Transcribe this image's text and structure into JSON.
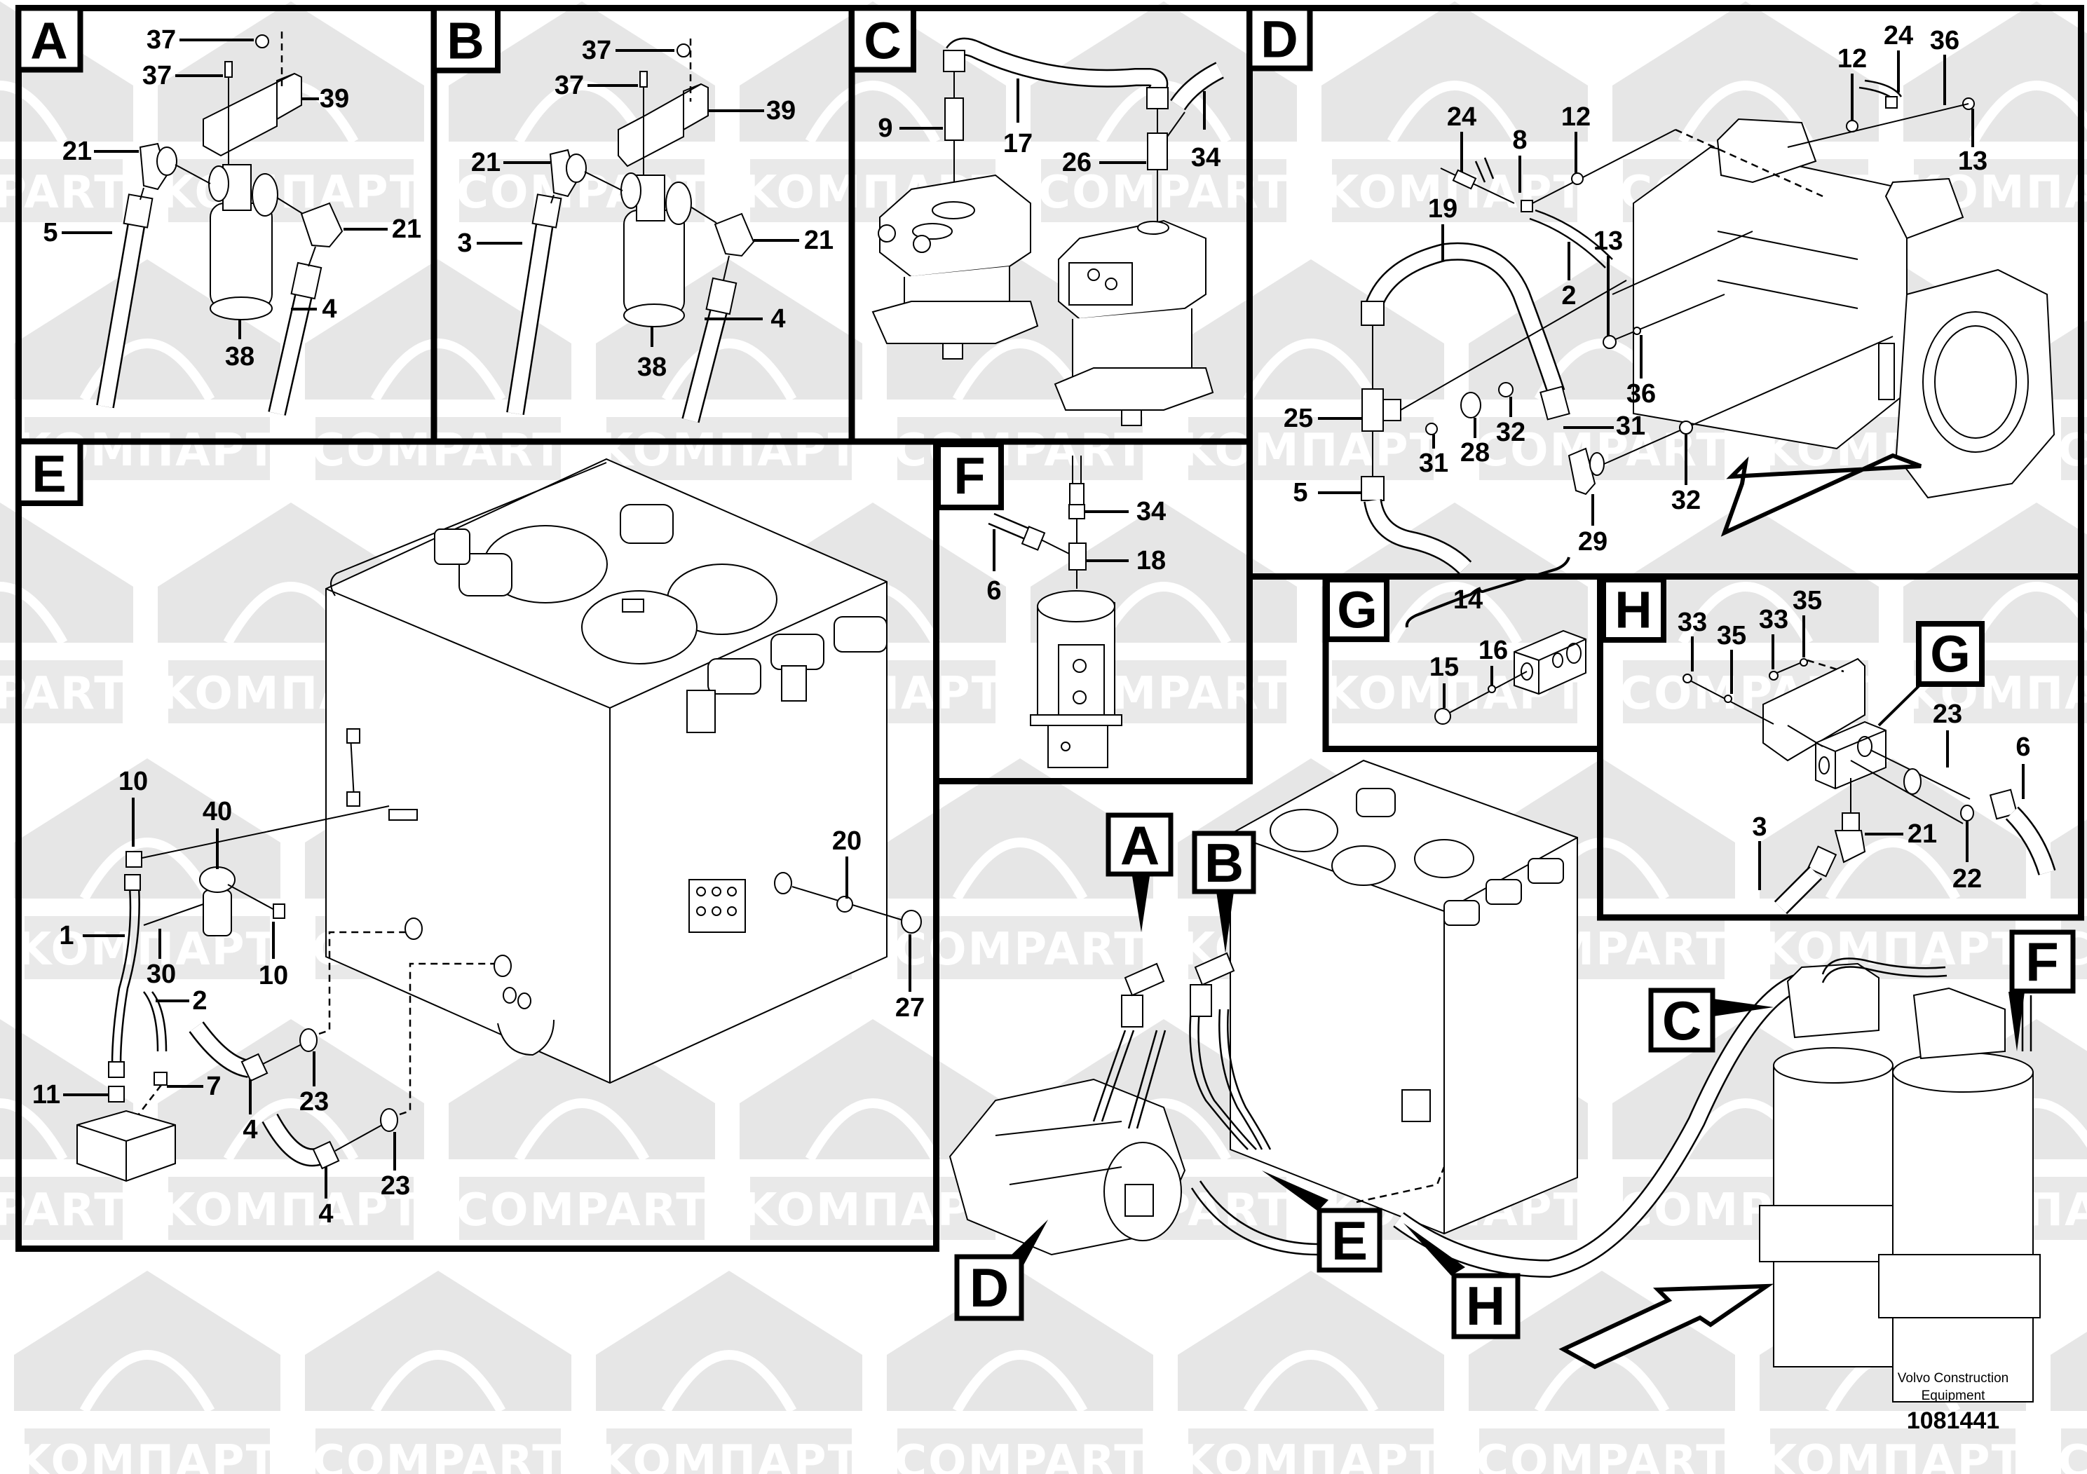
{
  "document": {
    "type": "parts-catalog-exploded-view",
    "manufacturer_caption_line1": "Volvo Construction",
    "manufacturer_caption_line2": "Equipment",
    "illustration_number": "1081441"
  },
  "watermark": {
    "latin": "COMPART",
    "cyrillic": "KOMПАРТ"
  },
  "panels": {
    "A": {
      "letter": "A",
      "callouts": [
        "37",
        "37",
        "39",
        "21",
        "21",
        "5",
        "38",
        "4"
      ]
    },
    "B": {
      "letter": "B",
      "callouts": [
        "37",
        "37",
        "39",
        "21",
        "3",
        "21",
        "38",
        "4"
      ]
    },
    "C": {
      "letter": "C",
      "callouts": [
        "9",
        "17",
        "26",
        "34"
      ]
    },
    "D": {
      "letter": "D",
      "callouts": [
        "24",
        "8",
        "12",
        "12",
        "24",
        "36",
        "13",
        "19",
        "2",
        "13",
        "36",
        "25",
        "31",
        "28",
        "32",
        "31",
        "5",
        "29",
        "32"
      ]
    },
    "E": {
      "letter": "E",
      "callouts": [
        "10",
        "40",
        "1",
        "30",
        "10",
        "2",
        "11",
        "7",
        "4",
        "23",
        "4",
        "23",
        "20",
        "27"
      ]
    },
    "F": {
      "letter": "F",
      "callouts": [
        "34",
        "18",
        "6"
      ]
    },
    "G": {
      "letter": "G",
      "group_callout": "14",
      "callouts": [
        "15",
        "16"
      ]
    },
    "H": {
      "letter": "H",
      "callouts": [
        "33",
        "35",
        "33",
        "35",
        "23",
        "6",
        "3",
        "21",
        "22"
      ],
      "detail_reference": "G"
    }
  },
  "overview": {
    "callouts": [
      "A",
      "B",
      "C",
      "D",
      "E",
      "F",
      "H"
    ]
  }
}
